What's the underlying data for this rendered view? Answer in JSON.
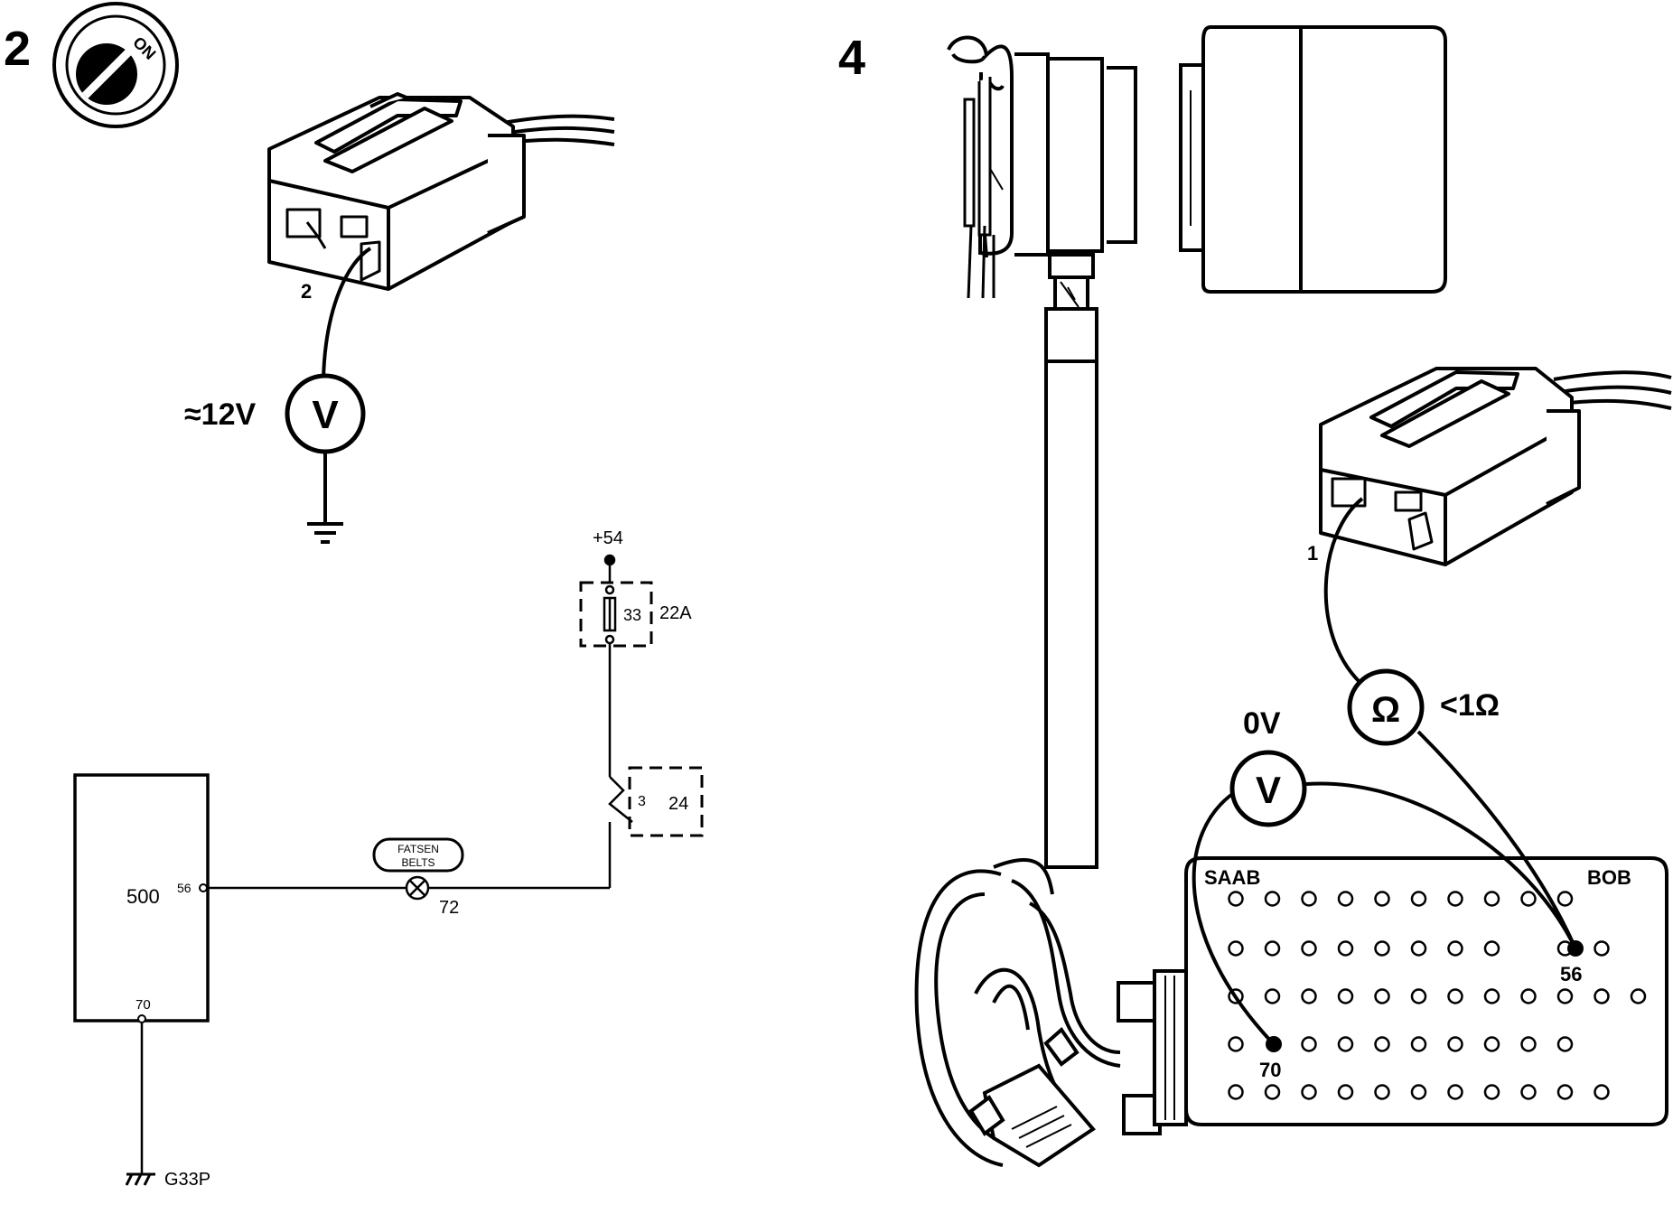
{
  "panel_2": {
    "step_number": "2",
    "ignition_label": "ON",
    "pin_label": "2",
    "voltage_reading": "≈12V",
    "meter_symbol": "V"
  },
  "schematic": {
    "supply_label": "+54",
    "fuse_number": "33",
    "fuse_box_label": "22A",
    "switch_pin": "3",
    "switch_label": "24",
    "ecu_label": "500",
    "ecu_pin_out": "56",
    "ecu_pin_ground": "70",
    "lamp_text_line1": "FATSEN",
    "lamp_text_line2": "BELTS",
    "lamp_number": "72",
    "ground_label": "G33P"
  },
  "panel_4": {
    "step_number": "4",
    "pin_label": "1",
    "ohm_symbol": "Ω",
    "resistance_reading": "<1Ω",
    "voltage_reading": "0V",
    "meter_symbol": "V",
    "box_brand_left": "SAAB",
    "box_brand_right": "BOB",
    "pin_56": "56",
    "pin_70": "70"
  },
  "icons": [
    "ignition-key-icon",
    "voltmeter-icon",
    "ohmmeter-icon",
    "ground-symbol-icon",
    "lamp-symbol-icon",
    "fuse-icon"
  ]
}
